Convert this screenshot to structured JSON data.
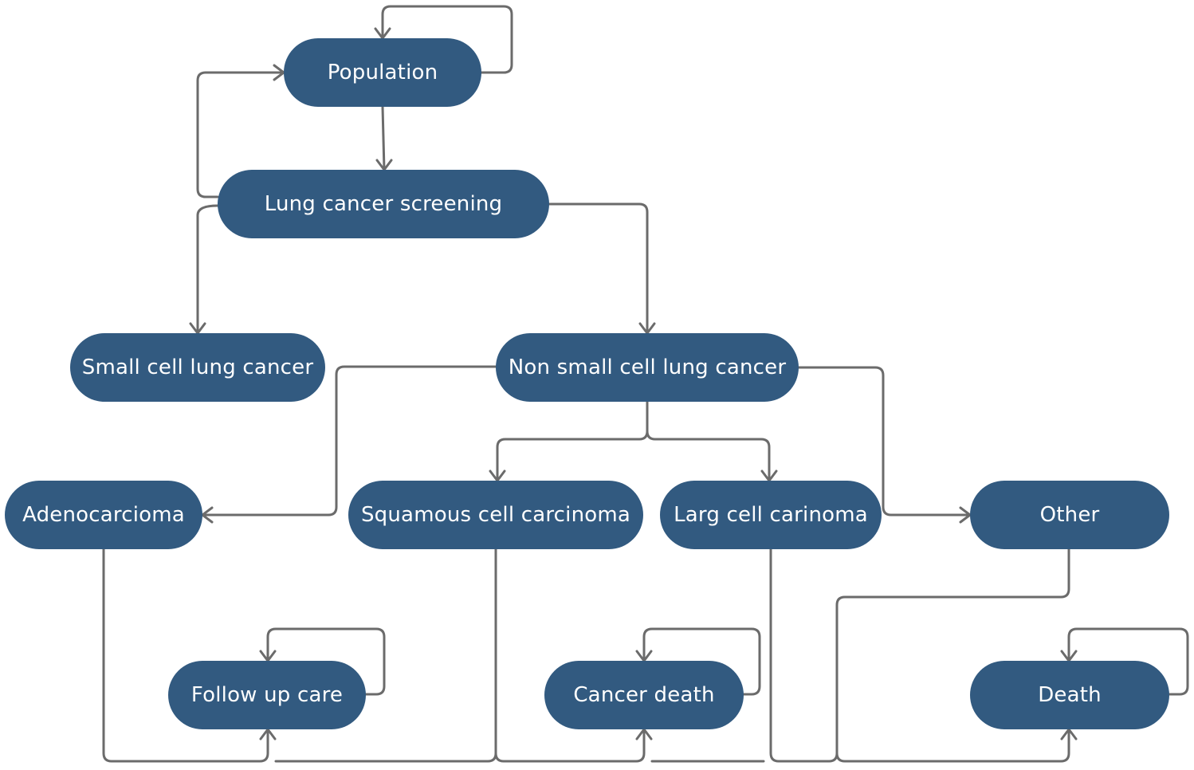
{
  "colors": {
    "node_fill": "#325a80",
    "node_text": "#ffffff",
    "edge": "#6b6b6b"
  },
  "nodes": {
    "population": "Population",
    "lung_cancer_screening": "Lung cancer screening",
    "small_cell": "Small cell lung cancer",
    "non_small_cell": "Non small cell lung cancer",
    "adenocarcioma": "Adenocarcioma",
    "squamous": "Squamous cell carcinoma",
    "larg_cell": "Larg cell carinoma",
    "other": "Other",
    "follow_up_care": "Follow up care",
    "cancer_death": "Cancer death",
    "death": "Death"
  }
}
